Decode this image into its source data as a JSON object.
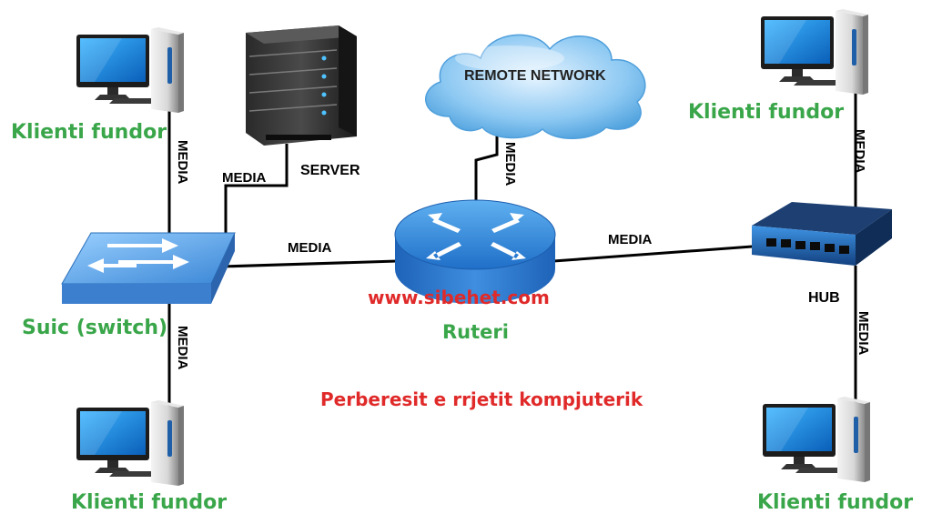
{
  "colors": {
    "green_label": "#3aa64a",
    "red_text": "#e02a2a",
    "cable": "#000000",
    "device_blue": "#3a8fd6"
  },
  "labels": {
    "client_top_left": "Klienti fundor",
    "client_bottom_left": "Klienti fundor",
    "client_top_right": "Klienti fundor",
    "client_bottom_right": "Klienti fundor",
    "switch": "Suic (switch)",
    "server": "SERVER",
    "router": "Ruteri",
    "hub": "HUB",
    "cloud": "REMOTE NETWORK",
    "watermark": "www.sibehet.com",
    "caption": "Perberesit e rrjetit kompjuterik",
    "media": "MEDIA"
  },
  "icons": {
    "computer": "desktop-computer-icon",
    "server": "server-rack-icon",
    "switch": "network-switch-icon",
    "router": "router-icon",
    "hub": "network-hub-icon",
    "cloud": "cloud-icon"
  }
}
